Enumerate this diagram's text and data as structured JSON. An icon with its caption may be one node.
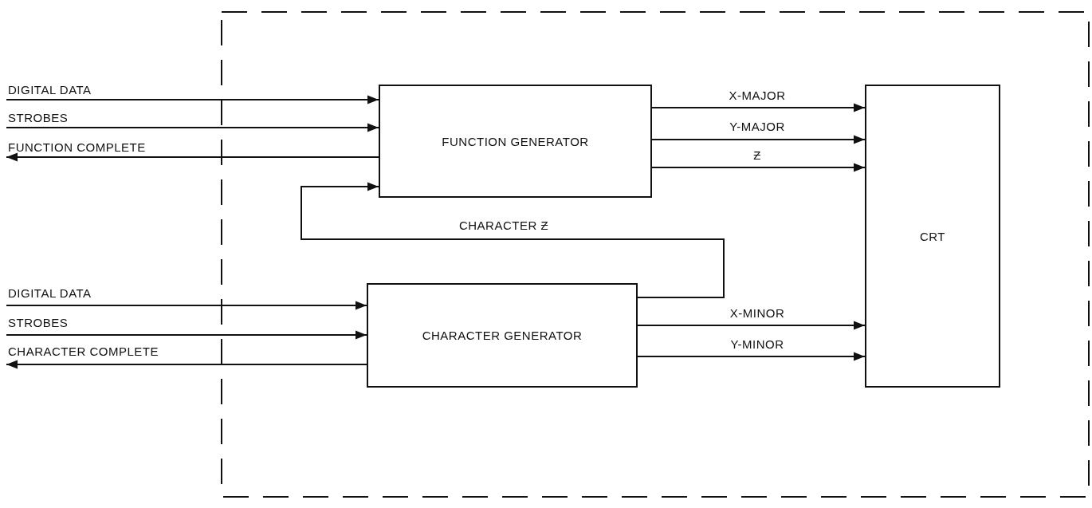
{
  "diagram": {
    "nodes": [
      {
        "text": [
          "FUNCTION GENERATOR"
        ]
      },
      {
        "text": [
          "CHARACTER GENERATOR"
        ]
      },
      {
        "text": [
          "CRT"
        ]
      }
    ],
    "edges": [
      {
        "from": null,
        "to": 0,
        "arrow": "to",
        "label": "DIGITAL DATA"
      },
      {
        "from": null,
        "to": 0,
        "arrow": "to",
        "label": "STROBES"
      },
      {
        "from": 0,
        "to": null,
        "arrow": "to",
        "label": "FUNCTION COMPLETE"
      },
      {
        "from": 0,
        "to": 2,
        "arrow": "to",
        "label": "X-MAJOR"
      },
      {
        "from": 0,
        "to": 2,
        "arrow": "to",
        "label": "Y-MAJOR"
      },
      {
        "from": 0,
        "to": 2,
        "arrow": "to",
        "label": "Ƶ"
      },
      {
        "from": 1,
        "to": 0,
        "arrow": "to",
        "label": "CHARACTER Ƶ"
      },
      {
        "from": null,
        "to": 1,
        "arrow": "to",
        "label": "DIGITAL DATA"
      },
      {
        "from": null,
        "to": 1,
        "arrow": "to",
        "label": "STROBES"
      },
      {
        "from": 1,
        "to": null,
        "arrow": "to",
        "label": "CHARACTER COMPLETE"
      },
      {
        "from": 1,
        "to": 2,
        "arrow": "to",
        "label": "X-MINOR"
      },
      {
        "from": 1,
        "to": 2,
        "arrow": "to",
        "label": "Y-MINOR"
      }
    ]
  }
}
